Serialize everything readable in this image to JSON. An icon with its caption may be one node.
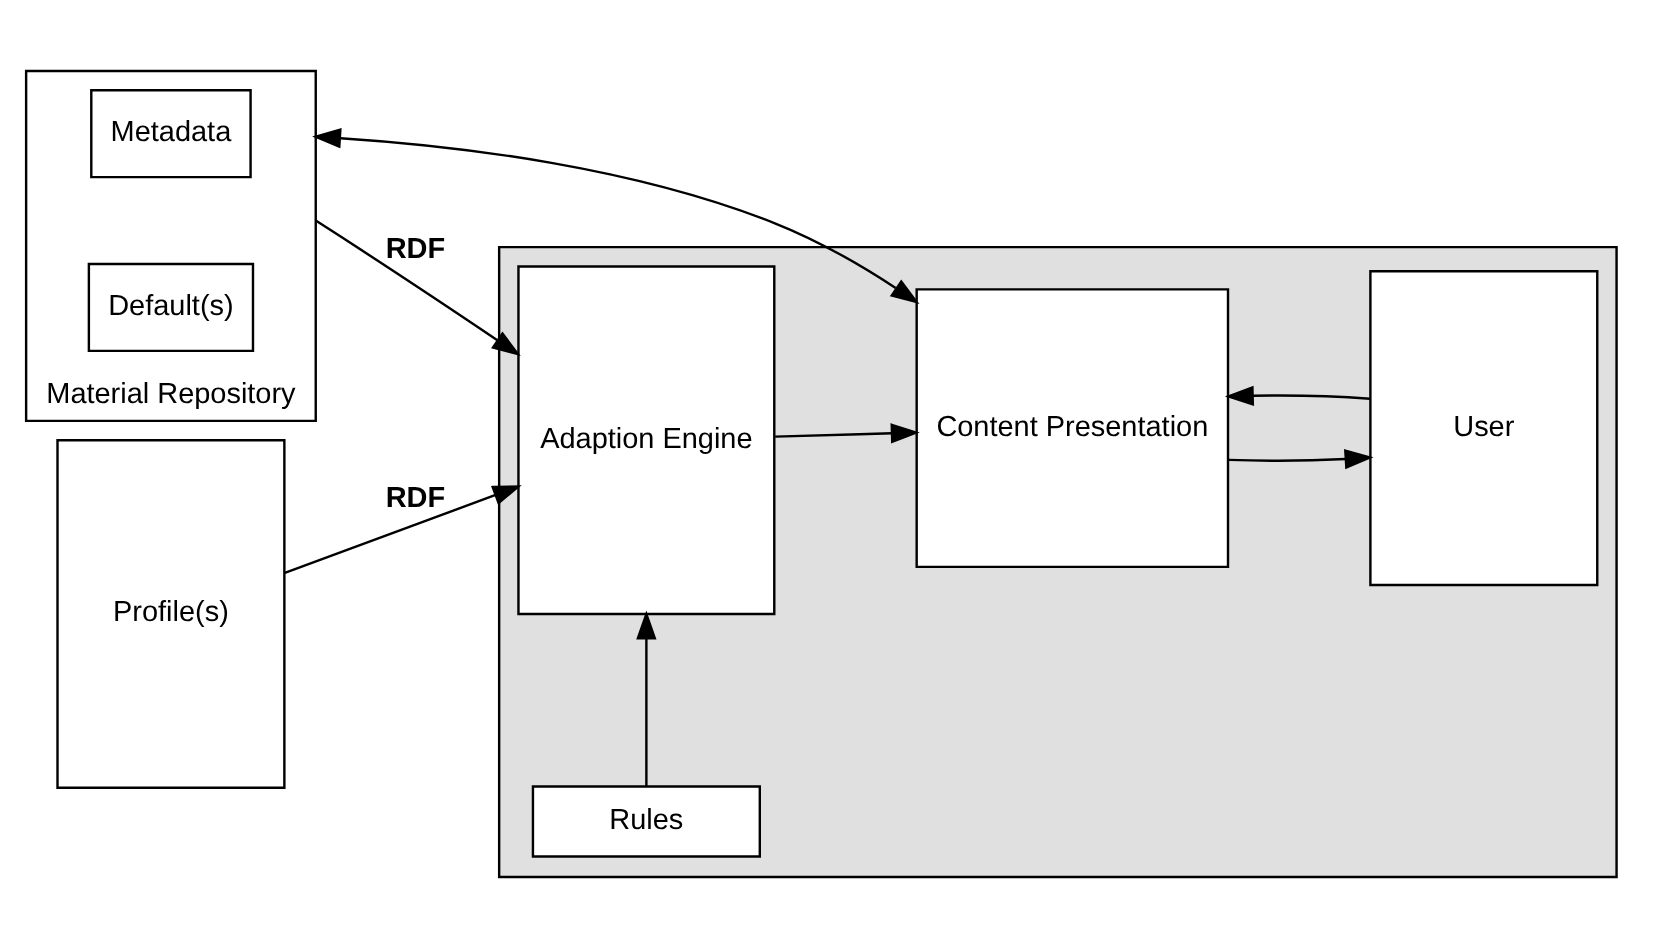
{
  "diagram": {
    "nodes": [
      {
        "text": [
          "Material Repository"
        ]
      },
      {
        "text": [
          "Metadata"
        ],
        "in": 0
      },
      {
        "text": [
          "Default(s)"
        ],
        "in": 0
      },
      {
        "text": [
          "Profile(s)"
        ]
      },
      {
        "text": [],
        "shape": "box"
      },
      {
        "text": [
          "Content Presentation"
        ],
        "in": 4
      },
      {
        "text": [
          "Adaption Engine"
        ],
        "in": 4
      },
      {
        "text": [
          "User"
        ],
        "in": 4
      },
      {
        "text": [
          "Rules"
        ],
        "in": 4
      }
    ],
    "edges": [
      {
        "from": 0,
        "to": 5,
        "arrow": "both"
      },
      {
        "from": 0,
        "to": 6,
        "arrow": "to",
        "label": "RDF"
      },
      {
        "from": 3,
        "to": 6,
        "arrow": "to",
        "label": "RDF"
      },
      {
        "from": 6,
        "to": 5,
        "arrow": "to"
      },
      {
        "from": 7,
        "to": 5,
        "arrow": "to"
      },
      {
        "from": 5,
        "to": 7,
        "arrow": "to"
      },
      {
        "from": 8,
        "to": 6,
        "arrow": "to"
      }
    ]
  }
}
